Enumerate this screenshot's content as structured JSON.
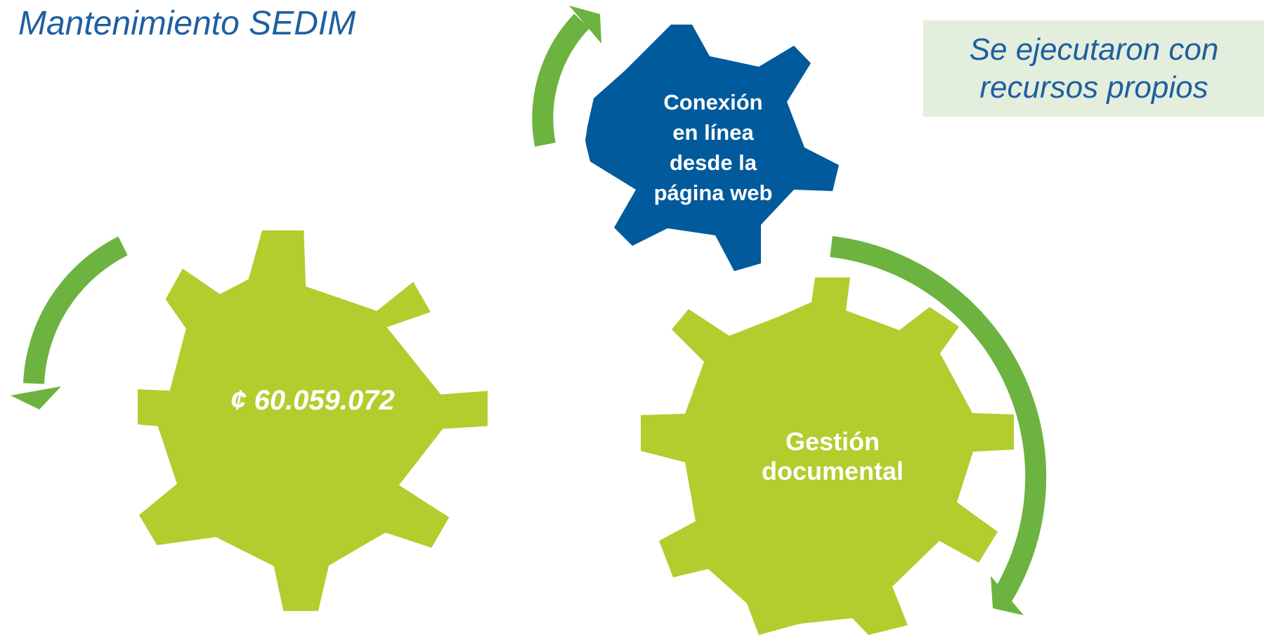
{
  "title": "Mantenimiento SEDIM",
  "note": {
    "line1": "Se ejecutaron con",
    "line2": "recursos propios"
  },
  "gears": {
    "online": {
      "lines": [
        "Conexión",
        "en línea",
        "desde la",
        "página web"
      ],
      "color": "#005a9c"
    },
    "amount": {
      "text": "¢ 60.059.072",
      "color": "#b2cd2e"
    },
    "documental": {
      "lines": [
        "Gestión",
        "documental"
      ],
      "color": "#b2cd2e"
    }
  },
  "colors": {
    "arrow": "#6db33f",
    "title_text": "#1f5fa0",
    "note_background": "#e3eedd"
  }
}
